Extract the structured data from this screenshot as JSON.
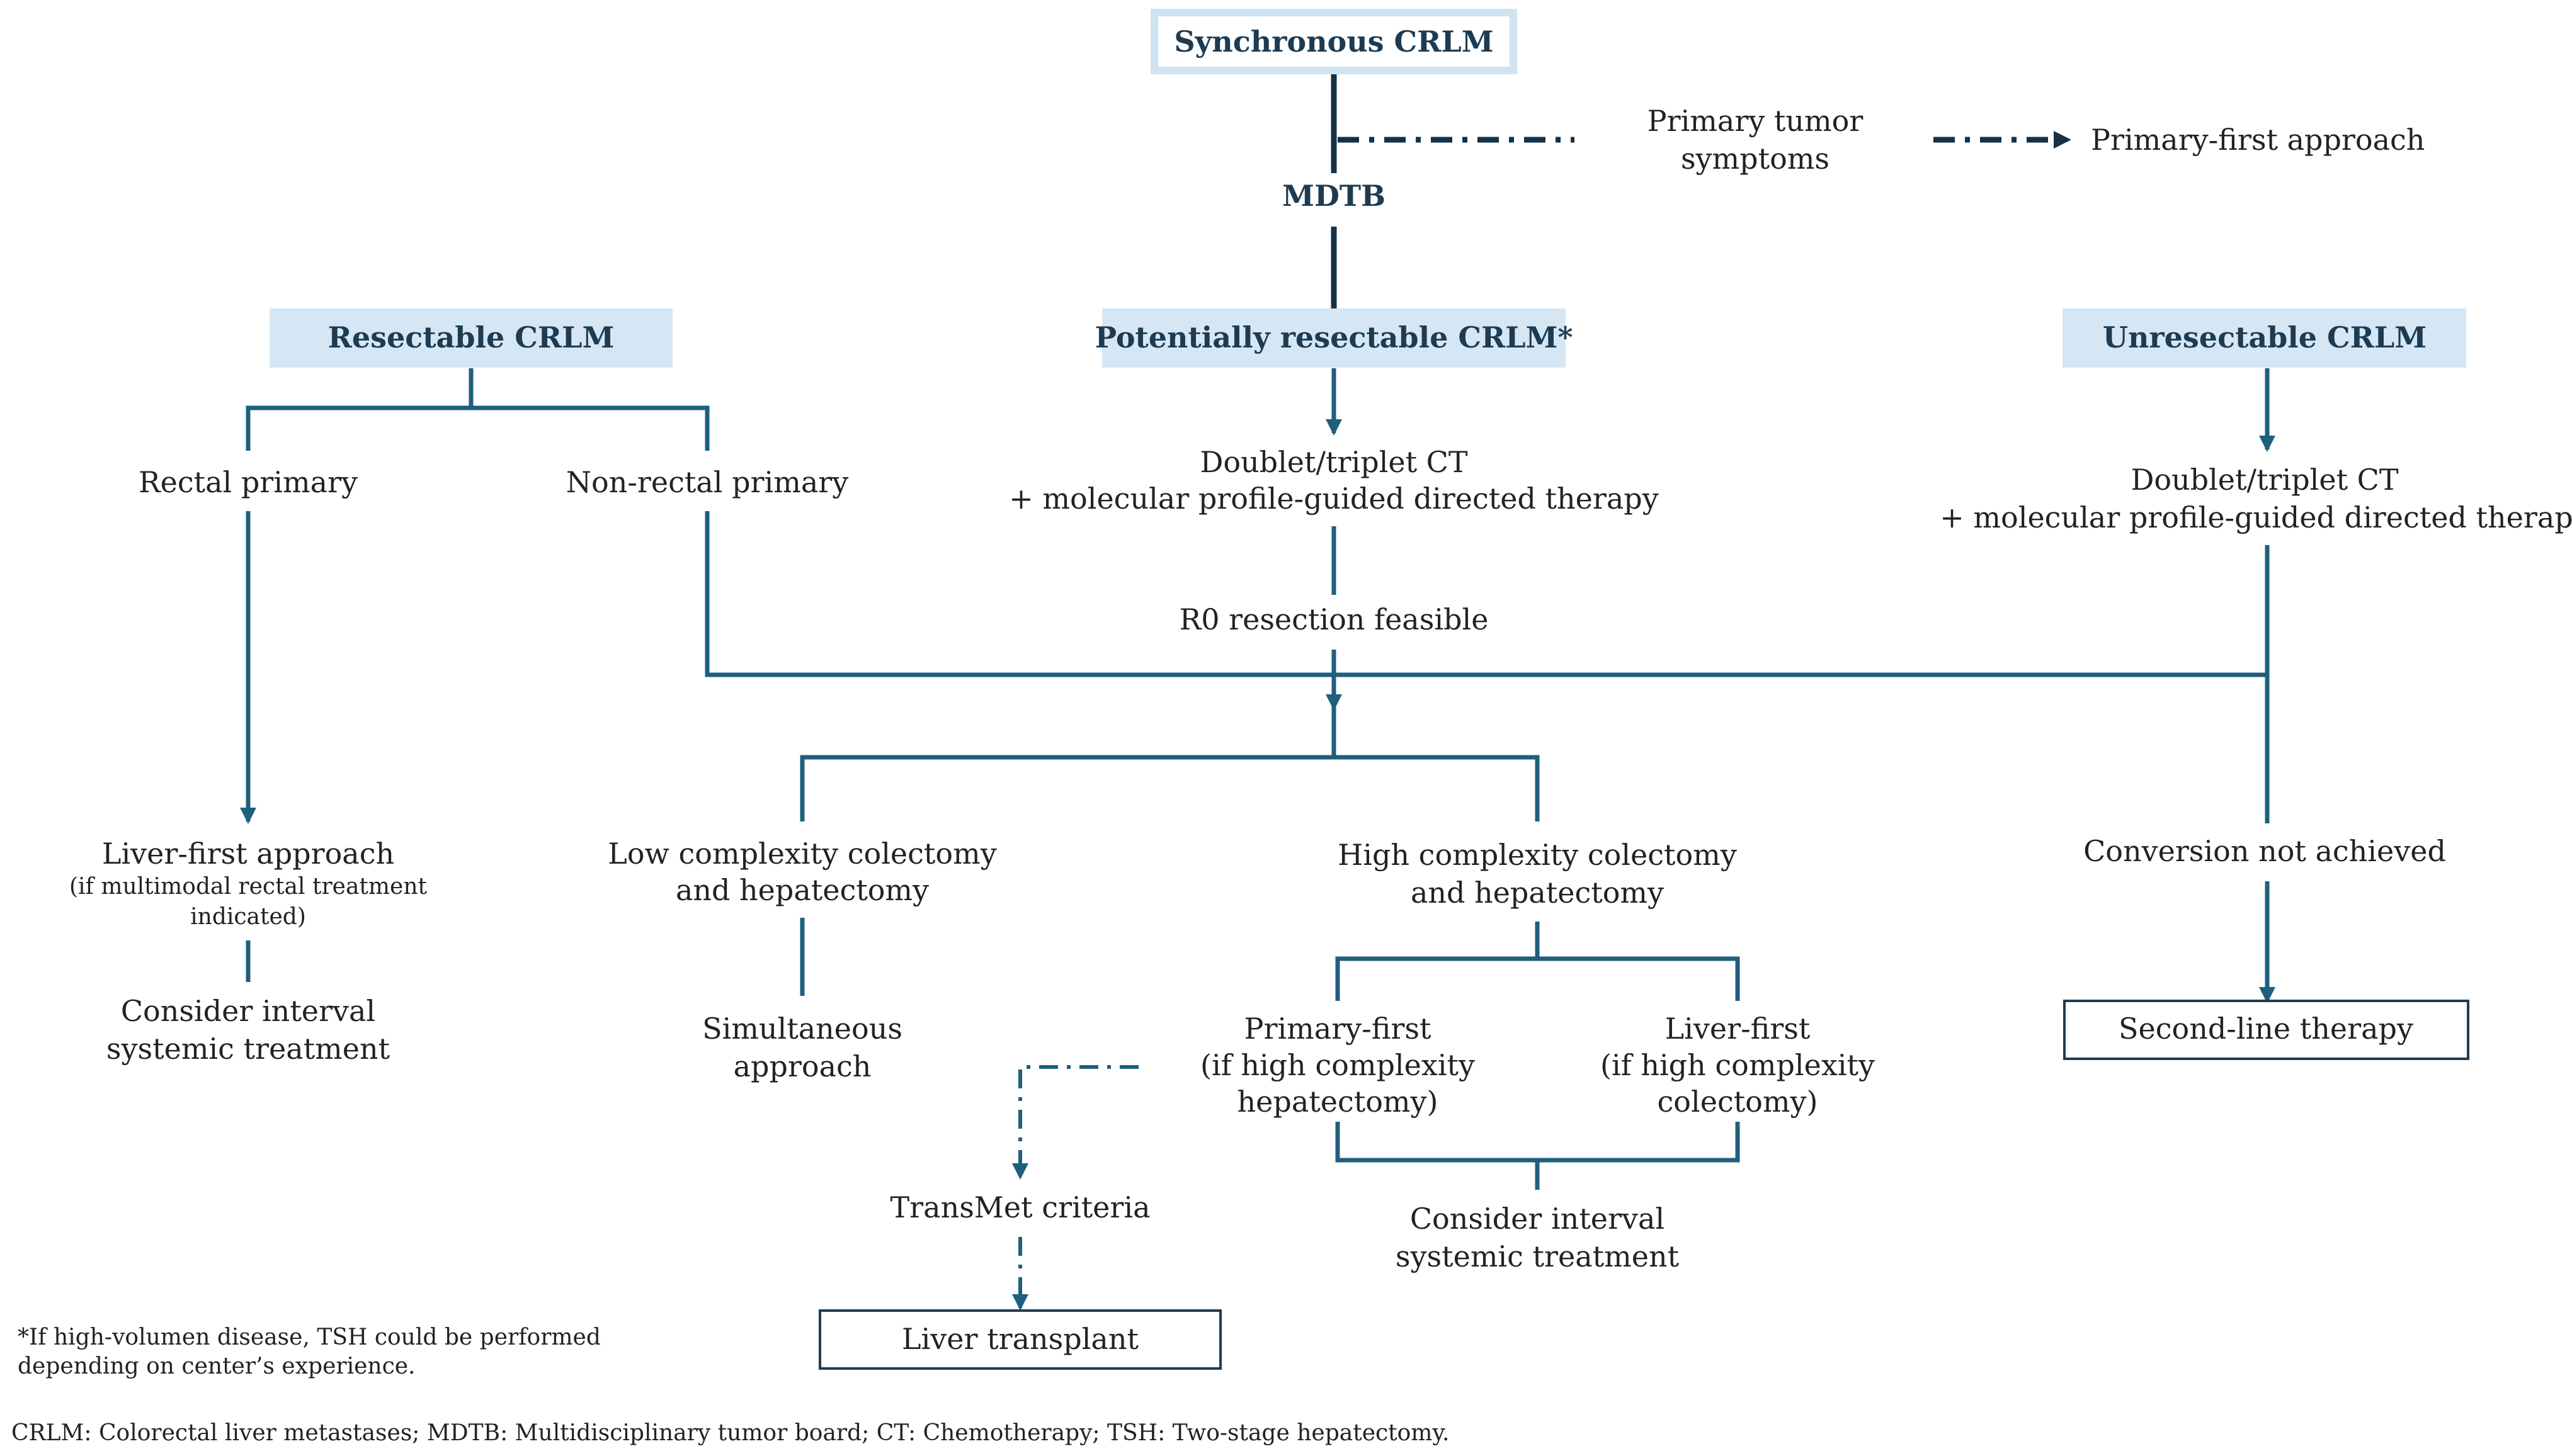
{
  "nodes": {
    "synchronous": "Synchronous CRLM",
    "mdtb": "MDTB",
    "primary_tumor_symptoms": [
      "Primary tumor",
      "symptoms"
    ],
    "primary_first_approach": "Primary-first approach",
    "resectable": "Resectable CRLM",
    "potentially_resectable": "Potentially resectable CRLM*",
    "unresectable": "Unresectable CRLM",
    "rectal_primary": "Rectal primary",
    "non_rectal_primary": "Non-rectal primary",
    "doublet_center": [
      "Doublet/triplet CT",
      "+ molecular profile-guided directed therapy"
    ],
    "doublet_right": [
      "Doublet/triplet CT",
      "+ molecular profile-guided directed therapy"
    ],
    "r0_feasible": "R0 resection feasible",
    "liver_first_approach": "Liver-first approach",
    "liver_first_note": [
      "(if multimodal rectal treatment",
      "indicated)"
    ],
    "consider_interval_left": [
      "Consider interval",
      "systemic treatment"
    ],
    "low_complexity": [
      "Low complexity colectomy",
      "and hepatectomy"
    ],
    "high_complexity": [
      "High complexity colectomy",
      "and hepatectomy"
    ],
    "simultaneous": [
      "Simultaneous",
      "approach"
    ],
    "primary_first_branch": [
      "Primary-first",
      "(if high complexity",
      "hepatectomy)"
    ],
    "liver_first_branch": [
      "Liver-first",
      "(if high complexity",
      "colectomy)"
    ],
    "consider_interval_center": [
      "Consider interval",
      "systemic treatment"
    ],
    "transmet": "TransMet criteria",
    "liver_transplant": "Liver transplant",
    "conversion_not_achieved": "Conversion not achieved",
    "second_line": "Second-line therapy"
  },
  "footnote": [
    "*If high-volumen disease, TSH could be performed",
    "depending on center’s experience."
  ],
  "abbreviations": "CRLM: Colorectal liver metastases; MDTB: Multidisciplinary tumor board; CT: Chemotherapy; TSH: Two-stage hepatectomy.",
  "colors": {
    "connector": "#1f5f7e",
    "connector_dark": "#143147",
    "category_fill": "#d5e7f4",
    "title_text": "#1d3b52"
  }
}
